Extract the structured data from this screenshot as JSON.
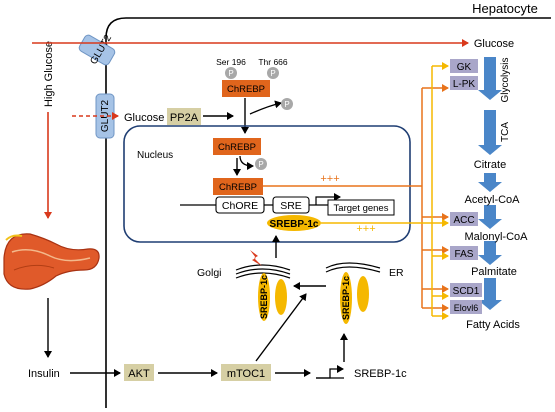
{
  "title": "Hepatocyte",
  "labels": {
    "high_glucose": "High Glucose",
    "glut2_top": "GLUT2",
    "glut2_left": "GLUT2",
    "glucose_in": "Glucose",
    "glucose_right": "Glucose",
    "pp2a": "PP2A",
    "ser196": "Ser 196",
    "thr666": "Thr 666",
    "p": "P",
    "chrebp": "ChREBP",
    "nucleus": "Nucleus",
    "chore": "ChORE",
    "sre": "SRE",
    "target_genes": "Target genes",
    "srebp_nuclear": "SREBP-1c",
    "plus_orange": "+++",
    "plus_yellow": "+++",
    "golgi": "Golgi",
    "er": "ER",
    "srebp_vertical": "SREBP-1c",
    "insulin": "Insulin",
    "akt": "AKT",
    "mtoc1": "mTOC1",
    "srebp_gene": "SREBP-1c"
  },
  "pathway": {
    "gk": "GK",
    "lpk": "L-PK",
    "glycolysis": "Glycolysis",
    "tca": "TCA",
    "citrate": "Citrate",
    "acetyl_coa": "Acetyl-CoA",
    "acc": "ACC",
    "malonyl_coa": "Malonyl-CoA",
    "fas": "FAS",
    "palmitate": "Palmitate",
    "scd1": "SCD1",
    "elovl6": "Elovl6",
    "fatty_acids": "Fatty Acids"
  },
  "colors": {
    "red_arrow": "#d9391c",
    "orange": "#e8731b",
    "yellow": "#f5b800",
    "blue": "#4a86c8",
    "khaki_box": "#d6cfa4",
    "lavender_box": "#a9a6c9",
    "chrebp_box": "#e0651c",
    "nucleus_border": "#1f3e73",
    "p_circle": "#a8a8a8",
    "glut_blue": "#a6c3e6"
  }
}
